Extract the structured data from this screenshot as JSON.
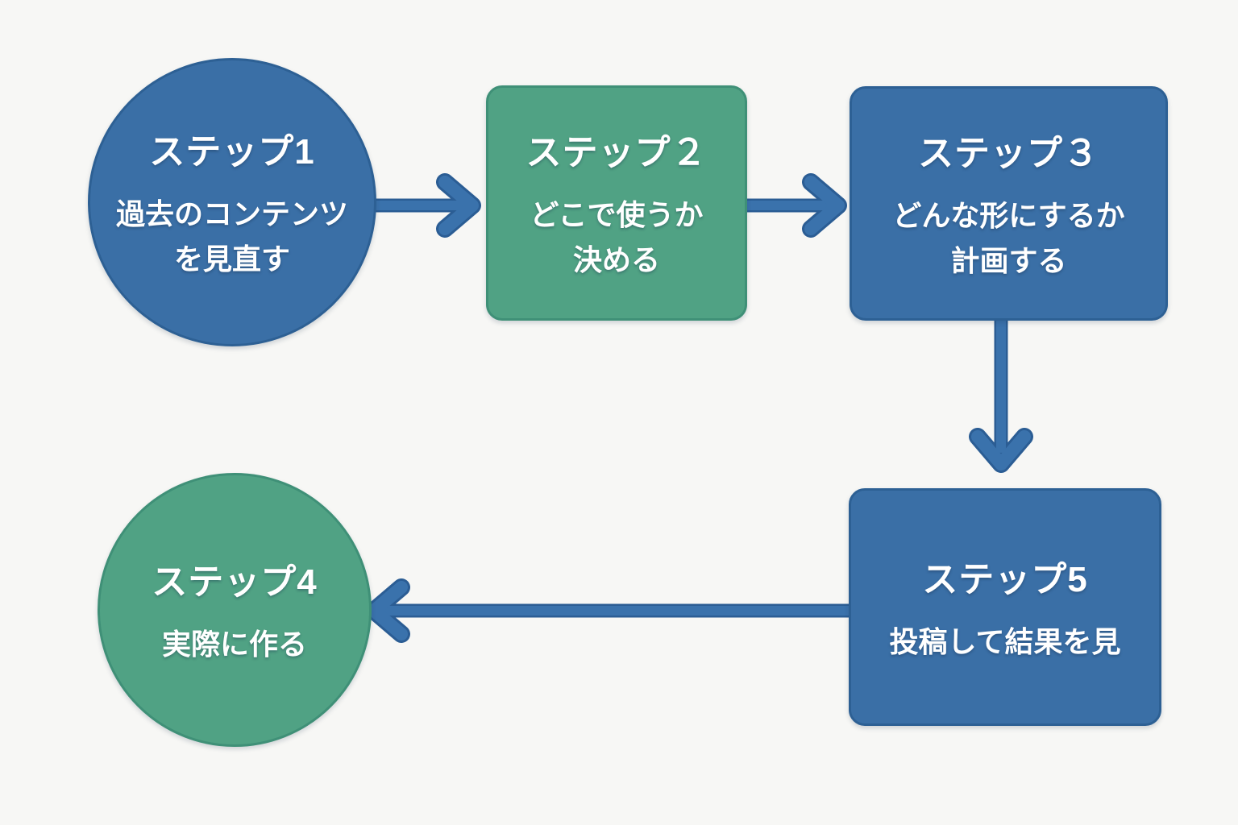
{
  "title": "5-step content workflow flowchart",
  "colors": {
    "background": "#f7f7f5",
    "blue": "#3a6fa6",
    "blue_border": "#2d6094",
    "green": "#50a284",
    "green_border": "#3f9077",
    "arrow": "#3a72ac",
    "arrow_dark": "#2b5d94",
    "text": "#ffffff"
  },
  "steps": [
    {
      "id": 1,
      "shape": "circle",
      "color": "blue",
      "title": "ステップ1",
      "lines": [
        "過去のコンテンツ",
        "を見直す"
      ]
    },
    {
      "id": 2,
      "shape": "rect",
      "color": "green",
      "title": "ステップ２",
      "lines": [
        "どこで使うか",
        "決める"
      ]
    },
    {
      "id": 3,
      "shape": "rect",
      "color": "blue",
      "title": "ステップ３",
      "lines": [
        "どんな形にするか",
        "計画する"
      ]
    },
    {
      "id": 4,
      "shape": "circle",
      "color": "green",
      "title": "ステップ4",
      "lines": [
        "実際に作る"
      ]
    },
    {
      "id": 5,
      "shape": "rect",
      "color": "blue",
      "title": "ステップ5",
      "lines": [
        "投稿して結果を見"
      ]
    }
  ],
  "arrows": [
    {
      "from": "step-1",
      "to": "step-2",
      "direction": "right"
    },
    {
      "from": "step-2",
      "to": "step-3",
      "direction": "right"
    },
    {
      "from": "step-3",
      "to": "step-5",
      "direction": "down"
    },
    {
      "from": "step-5",
      "to": "step-4",
      "direction": "left"
    }
  ]
}
